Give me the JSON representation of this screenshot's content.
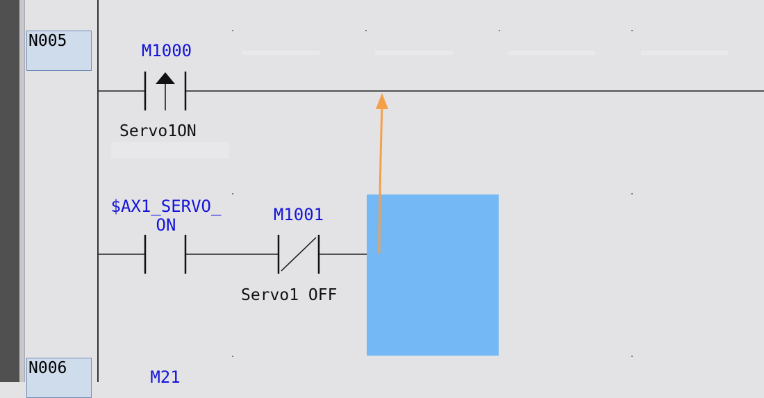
{
  "rungs": [
    {
      "label": "N005"
    },
    {
      "label": "N006"
    }
  ],
  "contacts": [
    {
      "device": "M1000",
      "comment": "Servo1ON",
      "kind": "rising-edge"
    },
    {
      "device_line1": "$AX1_SERVO_",
      "device_line2": "ON",
      "kind": "normally-open"
    },
    {
      "device": "M1001",
      "comment": "Servo1 OFF",
      "kind": "normally-closed"
    }
  ],
  "next_rung_device": "M21",
  "colors": {
    "device_text": "#1414d6",
    "selection": "#74b9f5",
    "arrow": "#f4a04a",
    "rung_label_bg": "#cfdcec",
    "rung_label_border": "#6f8db4",
    "background": "#e3e3e6"
  }
}
